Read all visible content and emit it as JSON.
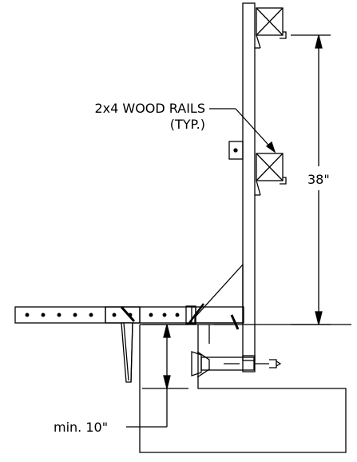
{
  "labels": {
    "rails_line1": "2x4 WOOD RAILS",
    "rails_line2": "(TYP.)",
    "height_dim": "38\"",
    "depth_dim": "min. 10\""
  },
  "colors": {
    "line": "#000000",
    "background": "#ffffff"
  }
}
